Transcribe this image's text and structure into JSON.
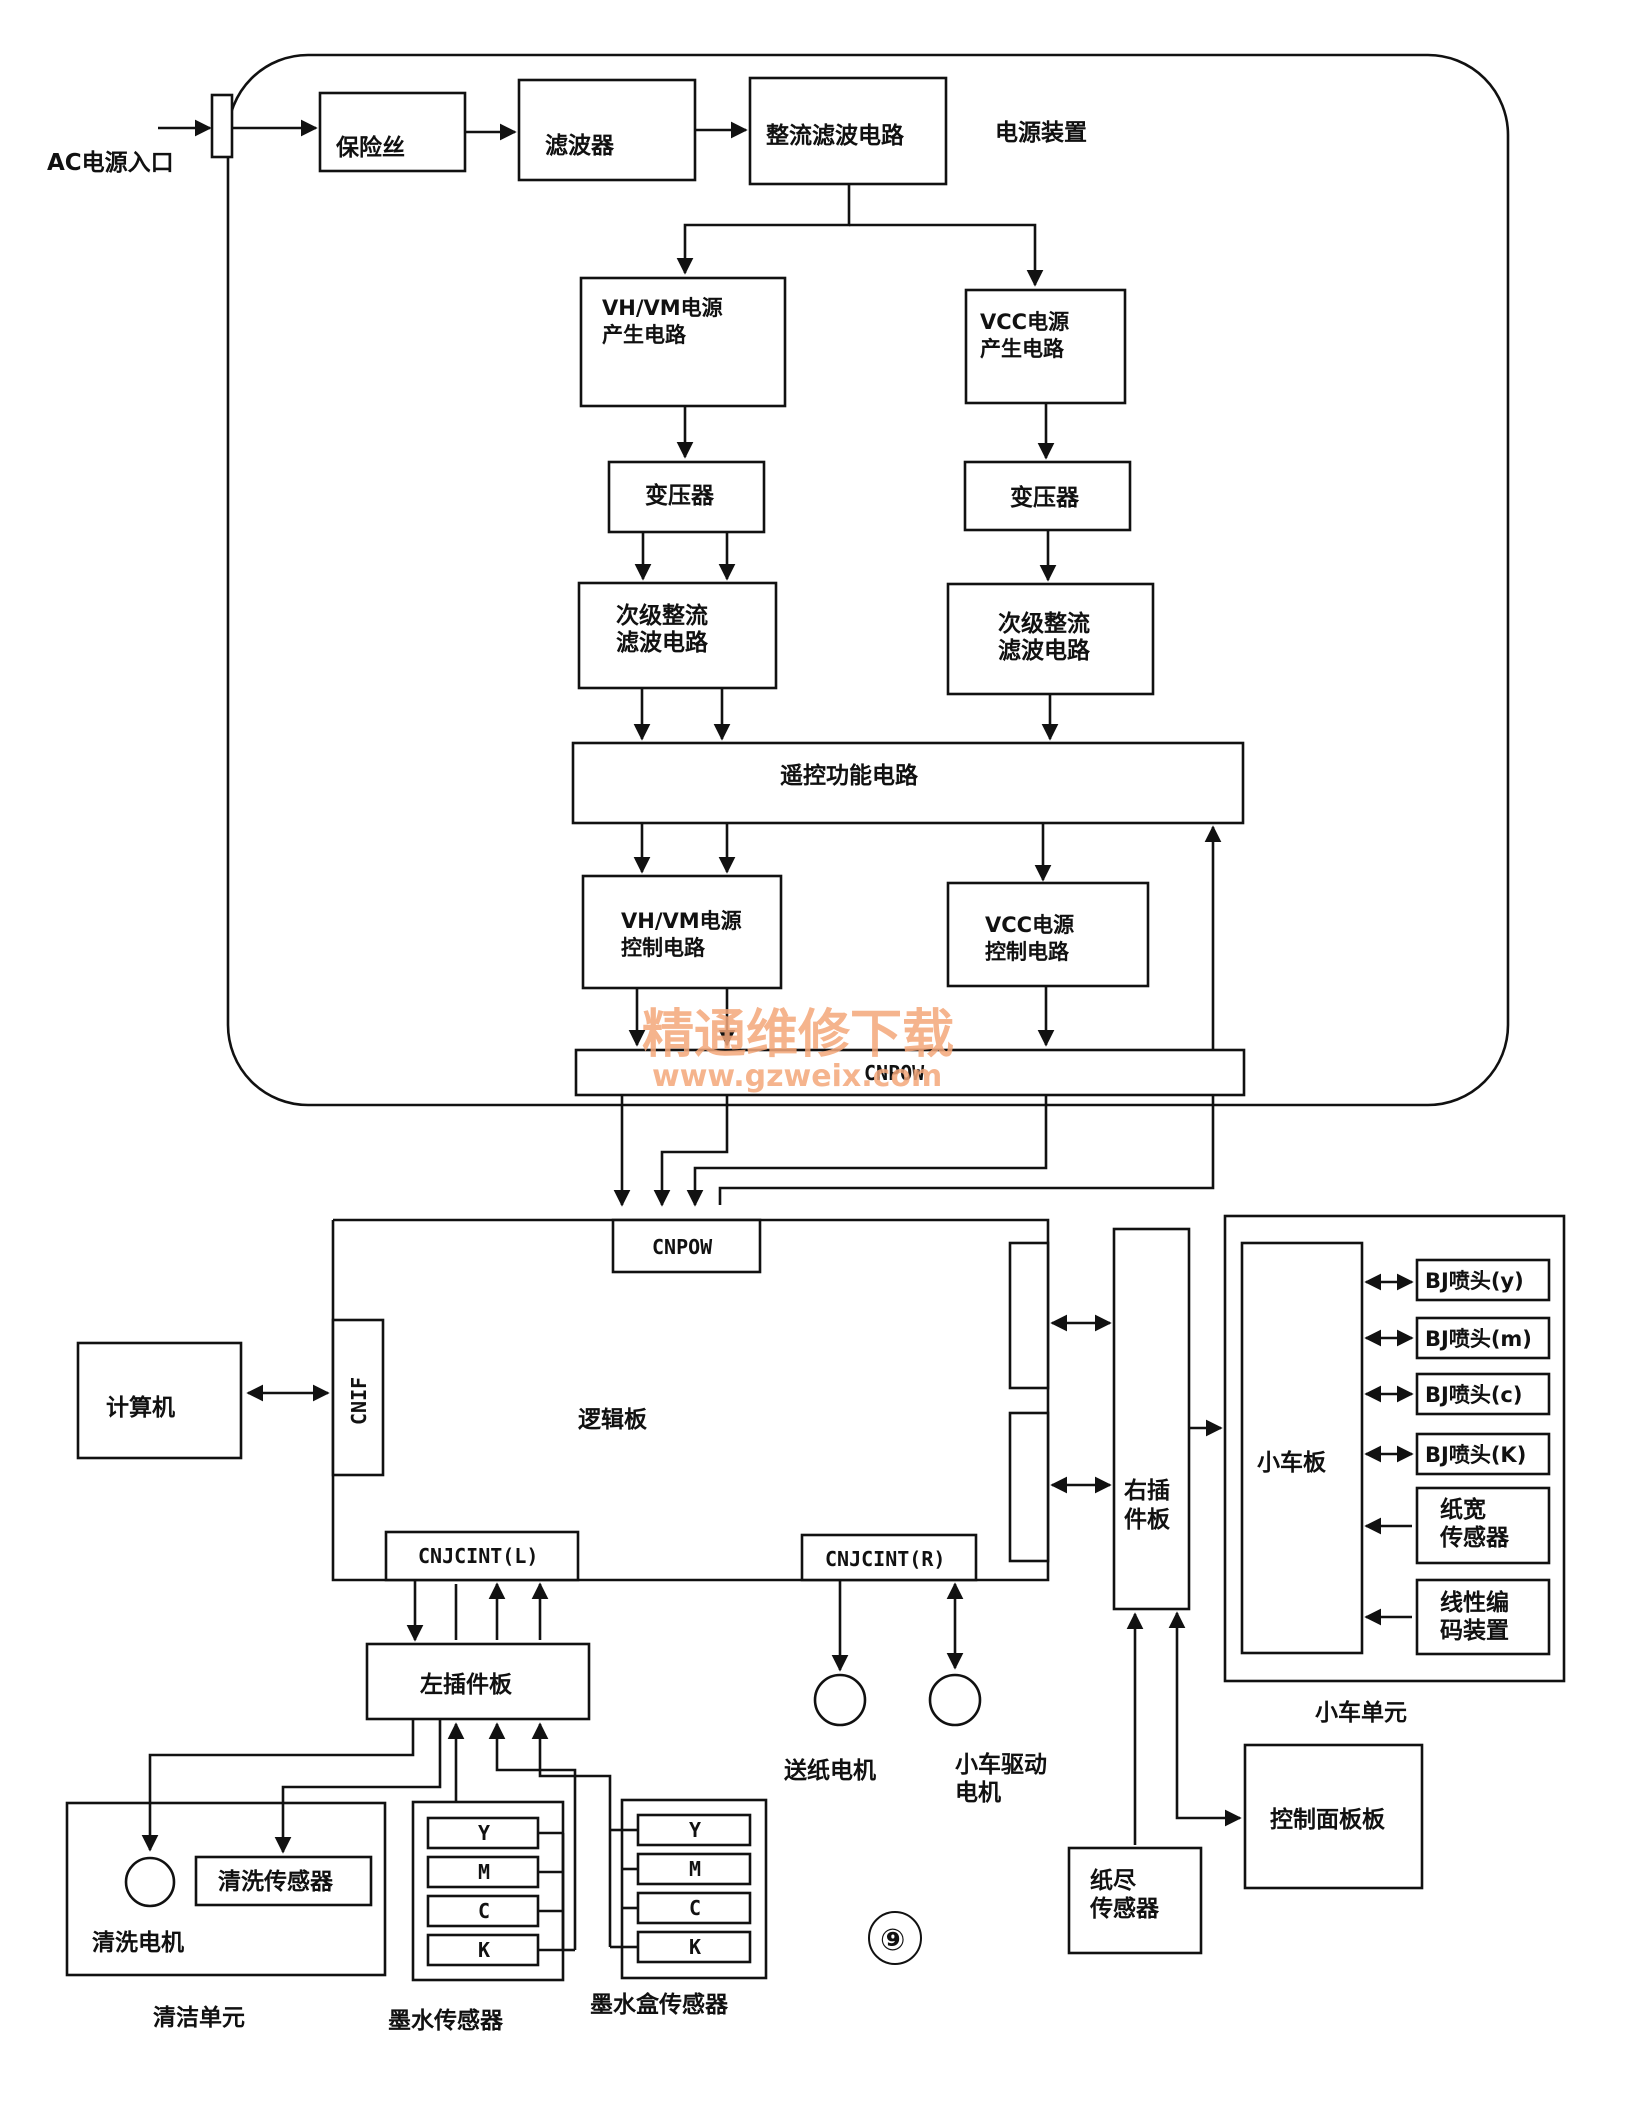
{
  "power_unit": {
    "title": "电源装置",
    "ac_input": "AC电源入口",
    "fuse": "保险丝",
    "filter": "滤波器",
    "rectifier": "整流滤波电路",
    "vh_gen": [
      "VH/VM电源",
      "产生电路"
    ],
    "vcc_gen": [
      "VCC电源",
      "产生电路"
    ],
    "transformer_left": "变压器",
    "transformer_right": "变压器",
    "secondary_left": [
      "次级整流",
      "滤波电路"
    ],
    "secondary_right": [
      "次级整流",
      "滤波电路"
    ],
    "remote": "遥控功能电路",
    "vh_ctrl": [
      "VH/VM电源",
      "控制电路"
    ],
    "vcc_ctrl": [
      "VCC电源",
      "控制电路"
    ],
    "cnpow": "CNPOW"
  },
  "logic": {
    "board": "逻辑板",
    "cnpow": "CNPOW",
    "cnif": "CNIF",
    "cnjcint_l": "CNJCINT(L)",
    "cnjcint_r": "CNJCINT(R)",
    "computer": "计算机"
  },
  "right_board": [
    "右插",
    "件板"
  ],
  "carriage": {
    "board": "小车板",
    "unit": "小车单元",
    "heads": [
      "BJ喷头(y)",
      "BJ喷头(m)",
      "BJ喷头(c)",
      "BJ喷头(K)"
    ],
    "paper_width": [
      "纸宽",
      "传感器"
    ],
    "encoder": [
      "线性编",
      "码装置"
    ]
  },
  "left_board": "左插件板",
  "cleaning": {
    "unit": "清洁单元",
    "motor": "清洗电机",
    "sensor": "清洗传感器"
  },
  "ink_sensor": {
    "label": "墨水传感器",
    "slots": [
      "Y",
      "M",
      "C",
      "K"
    ]
  },
  "cartridge_sensor": {
    "label": "墨水盒传感器",
    "slots": [
      "Y",
      "M",
      "C",
      "K"
    ]
  },
  "feed_motor": "送纸电机",
  "carriage_motor": [
    "小车驱动",
    "电机"
  ],
  "control_panel": "控制面板板",
  "paper_end": [
    "纸尽",
    "传感器"
  ],
  "figure_number": "⑨",
  "watermark": {
    "line1": "精通维修下载",
    "line2": "www.gzweix.com"
  }
}
